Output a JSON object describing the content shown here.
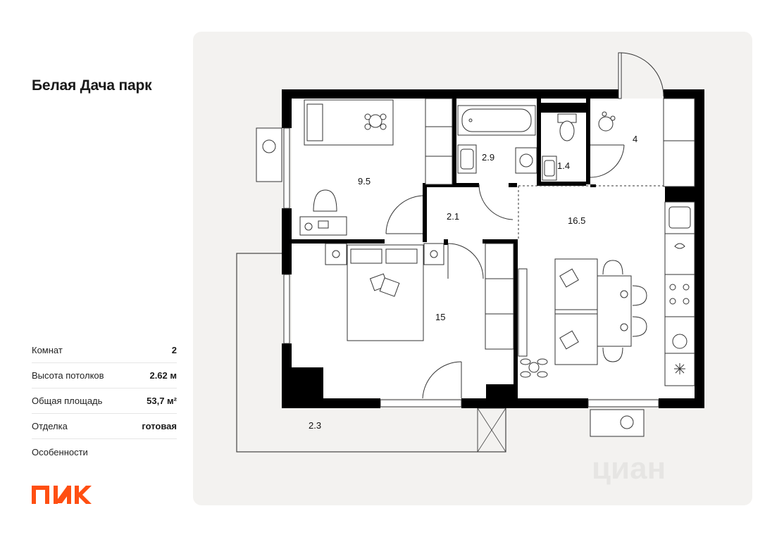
{
  "project": {
    "title": "Белая Дача парк"
  },
  "specs": [
    {
      "label": "Комнат",
      "value": "2"
    },
    {
      "label": "Высота потолков",
      "value": "2.62 м"
    },
    {
      "label": "Общая площадь",
      "value": "53,7 м²"
    },
    {
      "label": "Отделка",
      "value": "готовая"
    },
    {
      "label": "Особенности",
      "value": ""
    }
  ],
  "brand": {
    "name": "ПИК",
    "color": "#ff4f12"
  },
  "watermark": {
    "text": "циан"
  },
  "plan": {
    "rooms": [
      {
        "id": "bedroom-small",
        "area": "9.5"
      },
      {
        "id": "bathroom",
        "area": "2.9"
      },
      {
        "id": "toilet",
        "area": "1.4"
      },
      {
        "id": "entrance",
        "area": "4"
      },
      {
        "id": "corridor",
        "area": "2.1"
      },
      {
        "id": "kitchen-living",
        "area": "16.5"
      },
      {
        "id": "bedroom-main",
        "area": "15"
      },
      {
        "id": "balcony",
        "area": "2.3"
      }
    ],
    "icons": [
      "bed-icon",
      "desk-icon",
      "chair-icon",
      "sofa-icon",
      "dining-table-icon",
      "bathtub-icon",
      "toilet-icon",
      "sink-icon",
      "washing-machine-icon",
      "stove-icon",
      "plant-icon",
      "air-conditioner-icon"
    ]
  },
  "colors": {
    "wall": "#000000",
    "card": "#f3f2f0",
    "line": "#555555"
  }
}
